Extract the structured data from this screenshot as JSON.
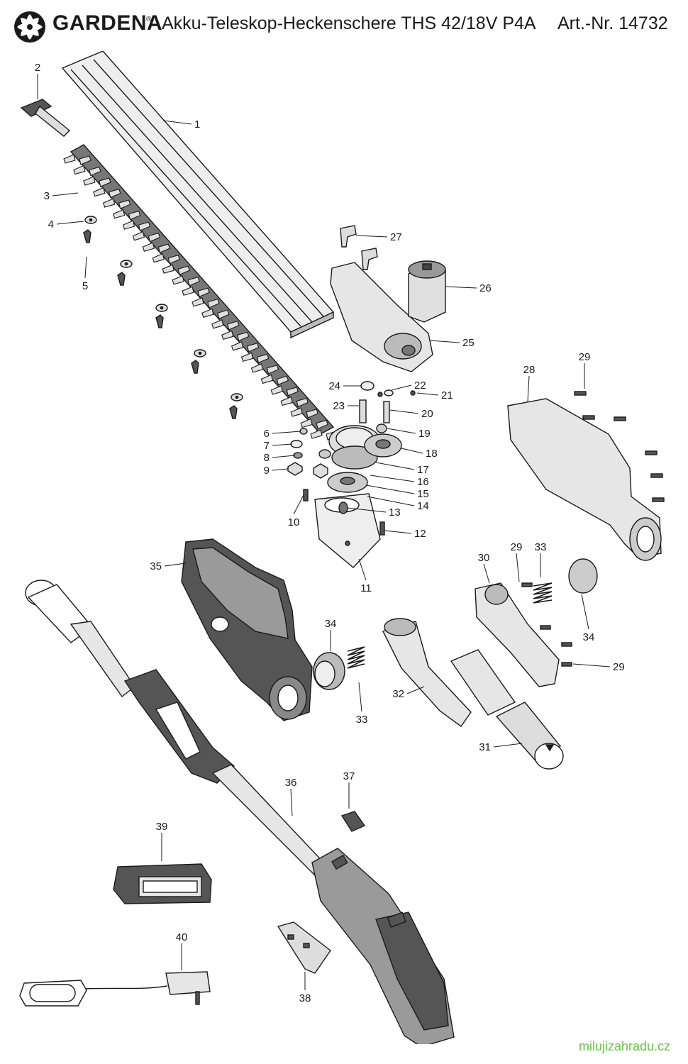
{
  "header": {
    "brand": "GARDENA",
    "registered": "®",
    "title": "Akku-Teleskop-Heckenschere THS 42/18V P4A",
    "article": "Art.-Nr. 14732"
  },
  "parts": [
    {
      "id": "p1",
      "label": "1"
    },
    {
      "id": "p2",
      "label": "2"
    },
    {
      "id": "p3",
      "label": "3"
    },
    {
      "id": "p4",
      "label": "4"
    },
    {
      "id": "p5",
      "label": "5"
    },
    {
      "id": "p6",
      "label": "6"
    },
    {
      "id": "p7",
      "label": "7"
    },
    {
      "id": "p8",
      "label": "8"
    },
    {
      "id": "p9",
      "label": "9"
    },
    {
      "id": "p10",
      "label": "10"
    },
    {
      "id": "p11",
      "label": "11"
    },
    {
      "id": "p12",
      "label": "12"
    },
    {
      "id": "p13",
      "label": "13"
    },
    {
      "id": "p14",
      "label": "14"
    },
    {
      "id": "p15",
      "label": "15"
    },
    {
      "id": "p16",
      "label": "16"
    },
    {
      "id": "p17",
      "label": "17"
    },
    {
      "id": "p18",
      "label": "18"
    },
    {
      "id": "p19",
      "label": "19"
    },
    {
      "id": "p20",
      "label": "20"
    },
    {
      "id": "p21",
      "label": "21"
    },
    {
      "id": "p22",
      "label": "22"
    },
    {
      "id": "p23",
      "label": "23"
    },
    {
      "id": "p24",
      "label": "24"
    },
    {
      "id": "p25",
      "label": "25"
    },
    {
      "id": "p26",
      "label": "26"
    },
    {
      "id": "p27",
      "label": "27"
    },
    {
      "id": "p28",
      "label": "28"
    },
    {
      "id": "p29a",
      "label": "29"
    },
    {
      "id": "p29b",
      "label": "29"
    },
    {
      "id": "p29c",
      "label": "29"
    },
    {
      "id": "p30",
      "label": "30"
    },
    {
      "id": "p31",
      "label": "31"
    },
    {
      "id": "p32",
      "label": "32"
    },
    {
      "id": "p33a",
      "label": "33"
    },
    {
      "id": "p33b",
      "label": "33"
    },
    {
      "id": "p34a",
      "label": "34"
    },
    {
      "id": "p34b",
      "label": "34"
    },
    {
      "id": "p35",
      "label": "35"
    },
    {
      "id": "p36",
      "label": "36"
    },
    {
      "id": "p37",
      "label": "37"
    },
    {
      "id": "p38",
      "label": "38"
    },
    {
      "id": "p39",
      "label": "39"
    },
    {
      "id": "p40",
      "label": "40"
    }
  ],
  "footer": {
    "site": "milujizahradu.cz"
  },
  "colors": {
    "line": "#1a1a1a",
    "fill_light": "#e6e6e6",
    "fill_mid": "#bdbdbd",
    "fill_dark": "#555555",
    "footer": "#6cc24a"
  }
}
